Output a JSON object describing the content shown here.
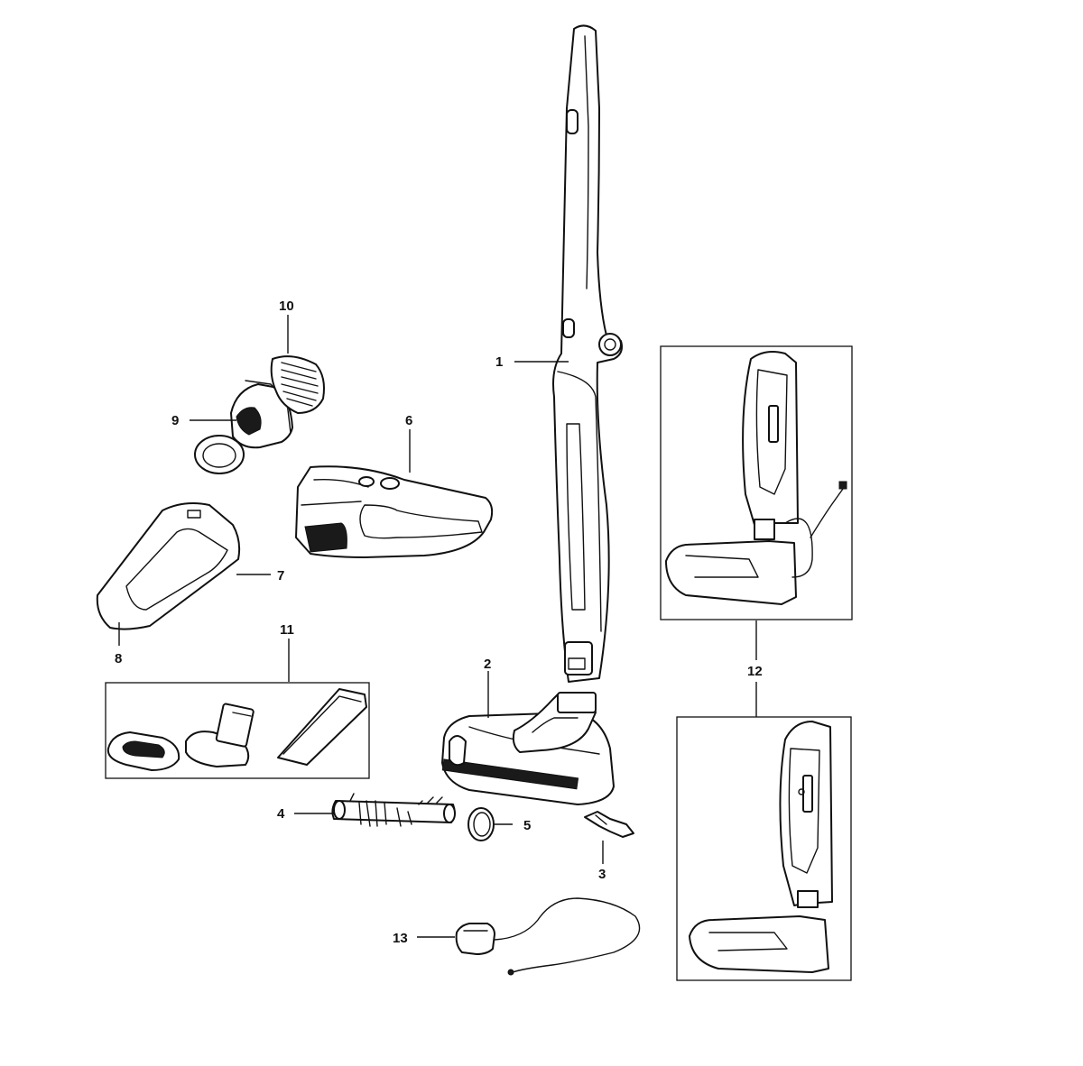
{
  "diagram": {
    "parts": [
      {
        "id": "part-1",
        "number": "1",
        "icon": "stick-vacuum-body-icon"
      },
      {
        "id": "part-2",
        "number": "2",
        "icon": "floor-nozzle-icon"
      },
      {
        "id": "part-3",
        "number": "3",
        "icon": "brush-bar-latch-icon"
      },
      {
        "id": "part-4",
        "number": "4",
        "icon": "brush-roll-icon"
      },
      {
        "id": "part-5",
        "number": "5",
        "icon": "drive-belt-icon"
      },
      {
        "id": "part-6",
        "number": "6",
        "icon": "hand-vacuum-icon"
      },
      {
        "id": "part-7",
        "number": "7",
        "icon": "dust-bowl-icon"
      },
      {
        "id": "part-8",
        "number": "8",
        "icon": "bowl-front-cover-icon"
      },
      {
        "id": "part-9",
        "number": "9",
        "icon": "filter-holder-icon"
      },
      {
        "id": "part-10",
        "number": "10",
        "icon": "filter-icon"
      },
      {
        "id": "part-11",
        "number": "11",
        "icon": "accessory-tools-icon"
      },
      {
        "id": "part-12",
        "number": "12",
        "icon": "charging-base-icon"
      },
      {
        "id": "part-13",
        "number": "13",
        "icon": "charger-adapter-icon"
      }
    ]
  }
}
